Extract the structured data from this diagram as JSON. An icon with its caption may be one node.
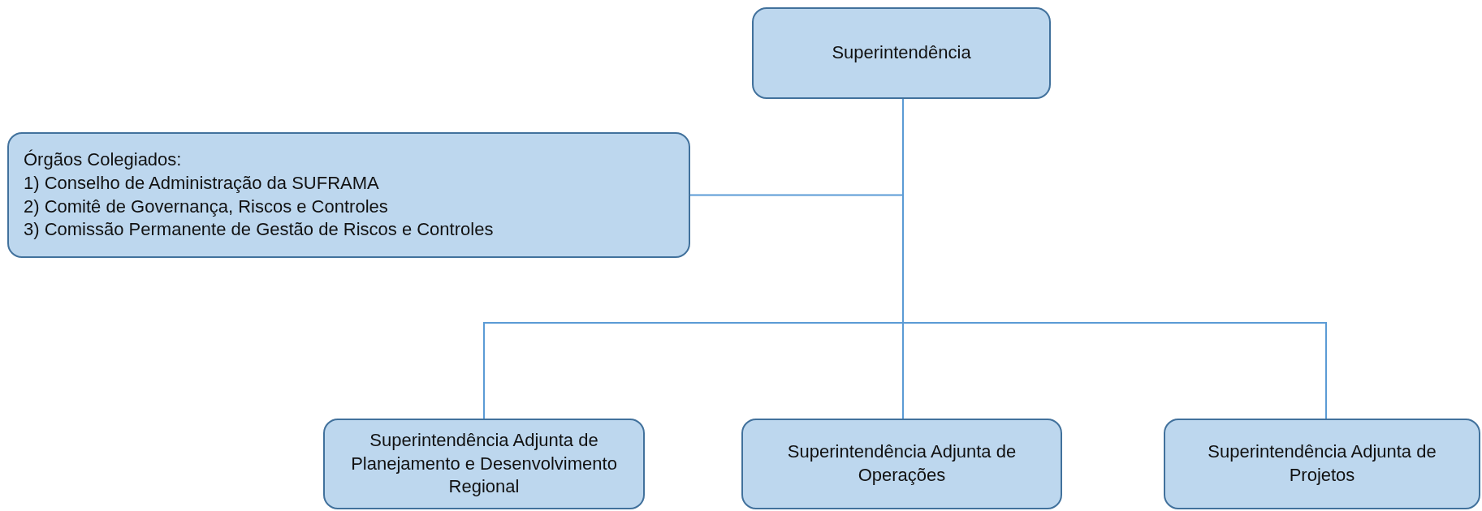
{
  "diagram": {
    "nodes": [
      {
        "text": [
          "Superintendência"
        ]
      },
      {
        "text": [
          "Órgãos Colegiados:",
          "1) Conselho de Administração da SUFRAMA",
          "2) Comitê de Governança, Riscos e Controles",
          "3) Comissão Permanente de Gestão de Riscos e Controles"
        ]
      },
      {
        "text": [
          "Superintendência Adjunta de Planejamento e Desenvolvimento Regional"
        ]
      },
      {
        "text": [
          "Superintendência Adjunta de Operações"
        ]
      },
      {
        "text": [
          "Superintendência Adjunta de Projetos"
        ]
      }
    ],
    "edges": [
      {
        "from": 0,
        "to": 1,
        "arrow": "none"
      },
      {
        "from": 0,
        "to": 2,
        "arrow": "none"
      },
      {
        "from": 0,
        "to": 3,
        "arrow": "none"
      },
      {
        "from": 0,
        "to": 4,
        "arrow": "none"
      }
    ]
  }
}
